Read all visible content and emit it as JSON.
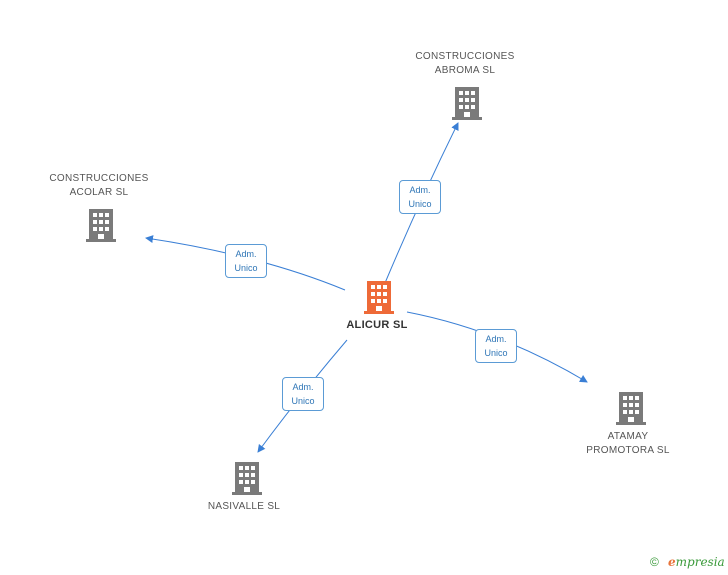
{
  "colors": {
    "edge": "#3a7fd5",
    "node": "#7a7a7a",
    "center_node": "#ee6a38"
  },
  "center": {
    "name": "ALICUR SL"
  },
  "companies": [
    {
      "id": "abroma",
      "line1": "CONSTRUCCIONES",
      "line2": "ABROMA SL"
    },
    {
      "id": "acolar",
      "line1": "CONSTRUCCIONES",
      "line2": "ACOLAR SL"
    },
    {
      "id": "atamay",
      "line1": "ATAMAY",
      "line2": "PROMOTORA SL"
    },
    {
      "id": "nasivalle",
      "line1": "NASIVALLE SL",
      "line2": ""
    }
  ],
  "relations": [
    {
      "to": "abroma",
      "line1": "Adm.",
      "line2": "Unico"
    },
    {
      "to": "acolar",
      "line1": "Adm.",
      "line2": "Unico"
    },
    {
      "to": "atamay",
      "line1": "Adm.",
      "line2": "Unico"
    },
    {
      "to": "nasivalle",
      "line1": "Adm.",
      "line2": "Unico"
    }
  ],
  "footer": {
    "copyright_symbol": "©",
    "brand_first": "e",
    "brand_rest": "mpresia"
  }
}
